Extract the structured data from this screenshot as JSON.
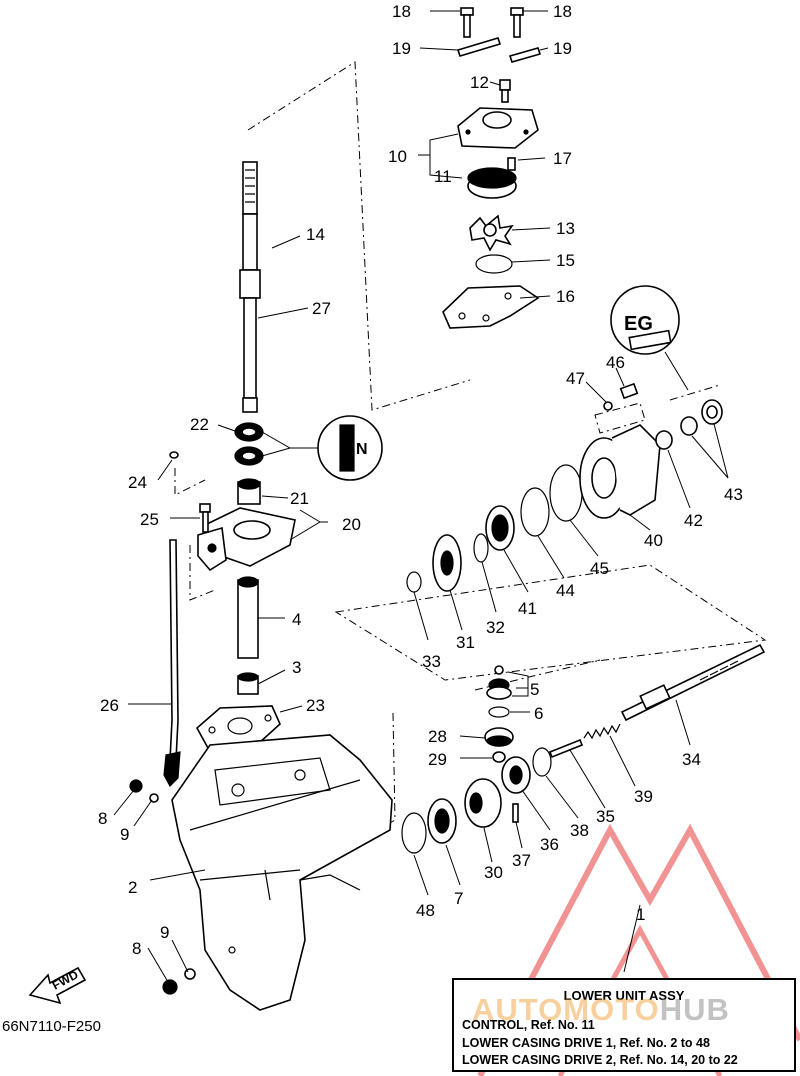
{
  "part_numbers": {
    "p1": "1",
    "p2": "2",
    "p3": "3",
    "p4": "4",
    "p5": "5",
    "p6": "6",
    "p7": "7",
    "p8a": "8",
    "p8b": "8",
    "p9a": "9",
    "p9b": "9",
    "p10": "10",
    "p11": "11",
    "p12": "12",
    "p13": "13",
    "p14": "14",
    "p15": "15",
    "p16": "16",
    "p17": "17",
    "p18a": "18",
    "p18b": "18",
    "p19a": "19",
    "p19b": "19",
    "p20": "20",
    "p21": "21",
    "p22": "22",
    "p23": "23",
    "p24": "24",
    "p25": "25",
    "p26": "26",
    "p27": "27",
    "p28": "28",
    "p29": "29",
    "p30": "30",
    "p31": "31",
    "p32": "32",
    "p33": "33",
    "p34": "34",
    "p35": "35",
    "p36": "36",
    "p37": "37",
    "p38": "38",
    "p39": "39",
    "p40": "40",
    "p41": "41",
    "p42": "42",
    "p43": "43",
    "p44": "44",
    "p45": "45",
    "p46": "46",
    "p47": "47",
    "p48": "48"
  },
  "fwd_label": "FWD",
  "grease_symbol": "EG",
  "grease_symbol_small": "N",
  "diagram_code": "66N7110-F250",
  "info_box": {
    "title": "LOWER UNIT ASSY",
    "line1": "CONTROL,  Ref. No. 11",
    "line2": "LOWER CASING DRIVE 1, Ref. No. 2 to 48",
    "line3": "LOWER CASING DRIVE 2, Ref. No. 14, 20 to 22"
  },
  "watermark": {
    "part_a": "AUTOMOTO",
    "part_b": "HUB",
    "color_a": "#f0962a",
    "color_b": "#888888",
    "logo_color": "#e83a3a"
  }
}
